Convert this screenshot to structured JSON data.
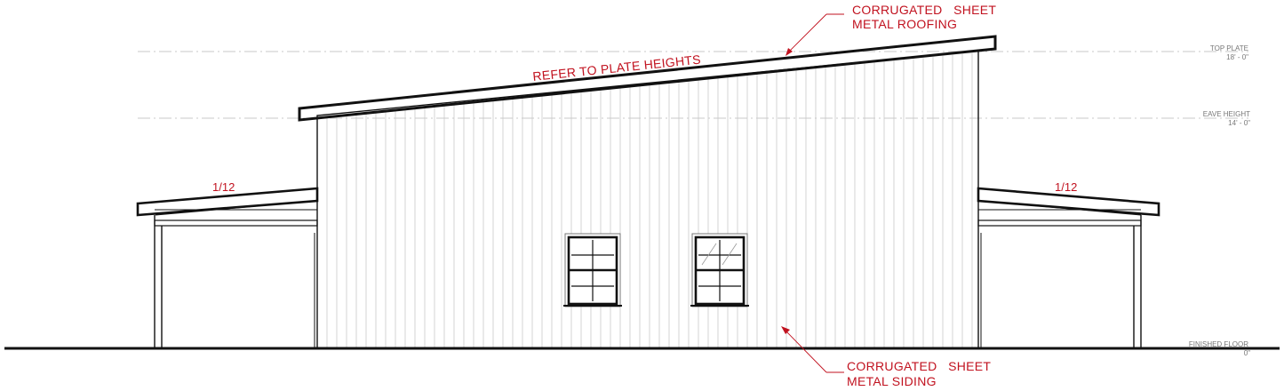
{
  "annotations": {
    "roofing_line1": "CORRUGATED   SHEET",
    "roofing_line2": "METAL ROOFING",
    "plate_heights": "REFER TO PLATE HEIGHTS",
    "siding_line1": "CORRUGATED   SHEET",
    "siding_line2": "METAL SIDING",
    "slope_left": "1/12",
    "slope_right": "1/12"
  },
  "levels": {
    "top_plate_label": "TOP PLATE",
    "top_plate_value": "18' - 0\"",
    "eave_label": "EAVE HEIGHT",
    "eave_value": "14' - 0\"",
    "floor_label": "FINISHED FLOOR",
    "floor_value": "0\""
  },
  "colors": {
    "annotation": "#c1121f",
    "linework": "#111111",
    "level_line": "#b9b9b9"
  }
}
